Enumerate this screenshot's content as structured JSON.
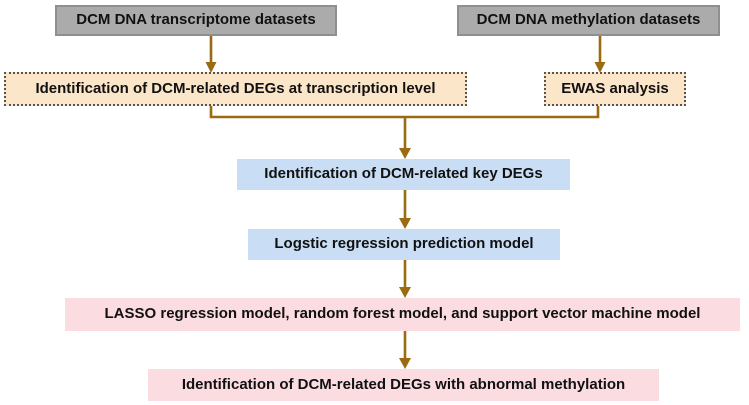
{
  "figure": {
    "type": "flowchart",
    "nodes": {
      "transcriptome": {
        "label": "DCM DNA transcriptome datasets",
        "style": "gray"
      },
      "methylation": {
        "label": "DCM DNA methylation datasets",
        "style": "gray"
      },
      "degs_transcription": {
        "label": "Identification of DCM-related DEGs at transcription level",
        "style": "orange-dotted"
      },
      "ewas": {
        "label": "EWAS analysis",
        "style": "orange-dotted"
      },
      "key_degs": {
        "label": "Identification of DCM-related key DEGs",
        "style": "blue"
      },
      "logistic": {
        "label": "Logstic regression prediction model",
        "style": "blue"
      },
      "models": {
        "label": "LASSO regression model, random forest model, and support vector machine model",
        "style": "pink"
      },
      "abnormal_methylation": {
        "label": "Identification of DCM-related DEGs with abnormal methylation",
        "style": "pink"
      }
    },
    "edges": [
      {
        "from": "transcriptome",
        "to": "degs_transcription"
      },
      {
        "from": "methylation",
        "to": "ewas"
      },
      {
        "from": "degs_transcription",
        "to": "key_degs",
        "via": "merge-bracket"
      },
      {
        "from": "ewas",
        "to": "key_degs",
        "via": "merge-bracket"
      },
      {
        "from": "key_degs",
        "to": "logistic"
      },
      {
        "from": "logistic",
        "to": "models"
      },
      {
        "from": "models",
        "to": "abnormal_methylation"
      }
    ],
    "colors": {
      "gray_fill": "#ababab",
      "gray_border": "#8f8f8f",
      "orange_fill": "#fce6c9",
      "dotted_border": "#555555",
      "blue_fill": "#c9ddf4",
      "pink_fill": "#fbdce1",
      "arrow": "#9a6b10",
      "text": "#111111",
      "background": "#ffffff"
    }
  }
}
